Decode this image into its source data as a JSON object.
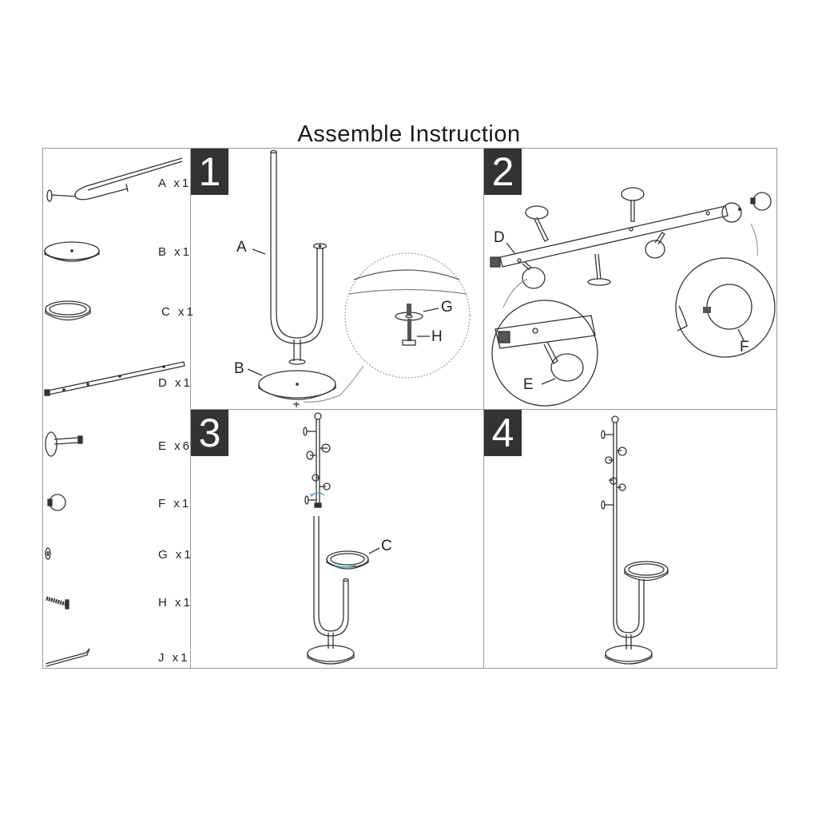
{
  "document": {
    "title": "Assemble Instruction"
  },
  "parts": [
    {
      "label": "A x1",
      "icon": "u-frame-icon"
    },
    {
      "label": "B x1",
      "icon": "base-disc-icon"
    },
    {
      "label": "C x1",
      "icon": "tray-ring-icon"
    },
    {
      "label": "D x1",
      "icon": "pole-icon"
    },
    {
      "label": "E x6",
      "icon": "hook-knob-icon"
    },
    {
      "label": "F x1",
      "icon": "ball-cap-icon"
    },
    {
      "label": "G x1",
      "icon": "washer-icon"
    },
    {
      "label": "H x1",
      "icon": "bolt-icon"
    },
    {
      "label": "J x1",
      "icon": "allen-key-icon"
    }
  ],
  "steps": [
    {
      "number": "1",
      "callouts": {
        "a": "A",
        "b": "B",
        "g": "G",
        "h": "H"
      }
    },
    {
      "number": "2",
      "callouts": {
        "d": "D",
        "e": "E",
        "f": "F"
      }
    },
    {
      "number": "3",
      "callouts": {
        "c": "C"
      }
    },
    {
      "number": "4"
    }
  ],
  "colors": {
    "line": "#333333",
    "frame": "#9a9a9a",
    "badge": "#333333",
    "accent": "#3aa0d8"
  }
}
